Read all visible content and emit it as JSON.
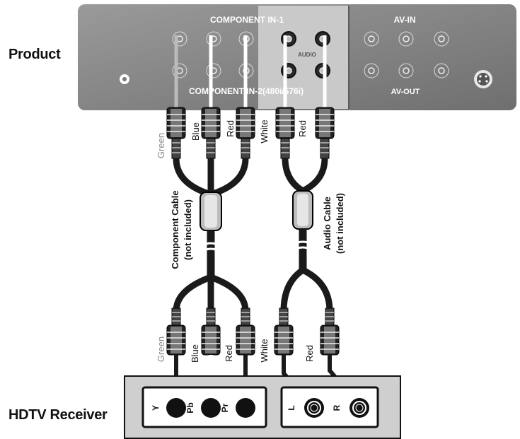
{
  "labels": {
    "product": "Product",
    "hdtv_receiver": "HDTV Receiver"
  },
  "panel": {
    "component_in_1": "COMPONENT IN-1",
    "component_in_2": "COMPONENT IN-2(480i/576i)",
    "audio": "AUDIO",
    "av_in": "AV-IN",
    "av_out": "AV-OUT"
  },
  "top_plugs": [
    "Green",
    "Blue",
    "Red",
    "White",
    "Red"
  ],
  "bottom_plugs": [
    "Green",
    "Blue",
    "Red",
    "White",
    "Red"
  ],
  "component_cable": {
    "line1": "Component Cable",
    "line2": "(not included)"
  },
  "audio_cable": {
    "line1": "Audio Cable",
    "line2": "(not included)"
  },
  "receiver_jacks": [
    "Y",
    "Pb",
    "Pr",
    "L",
    "R"
  ],
  "colors": {
    "panel": "#8f8f8f",
    "panel_highlight": "#bdbdbd",
    "cable": "#1a1a1a",
    "receiver": "#c8c8c8"
  }
}
